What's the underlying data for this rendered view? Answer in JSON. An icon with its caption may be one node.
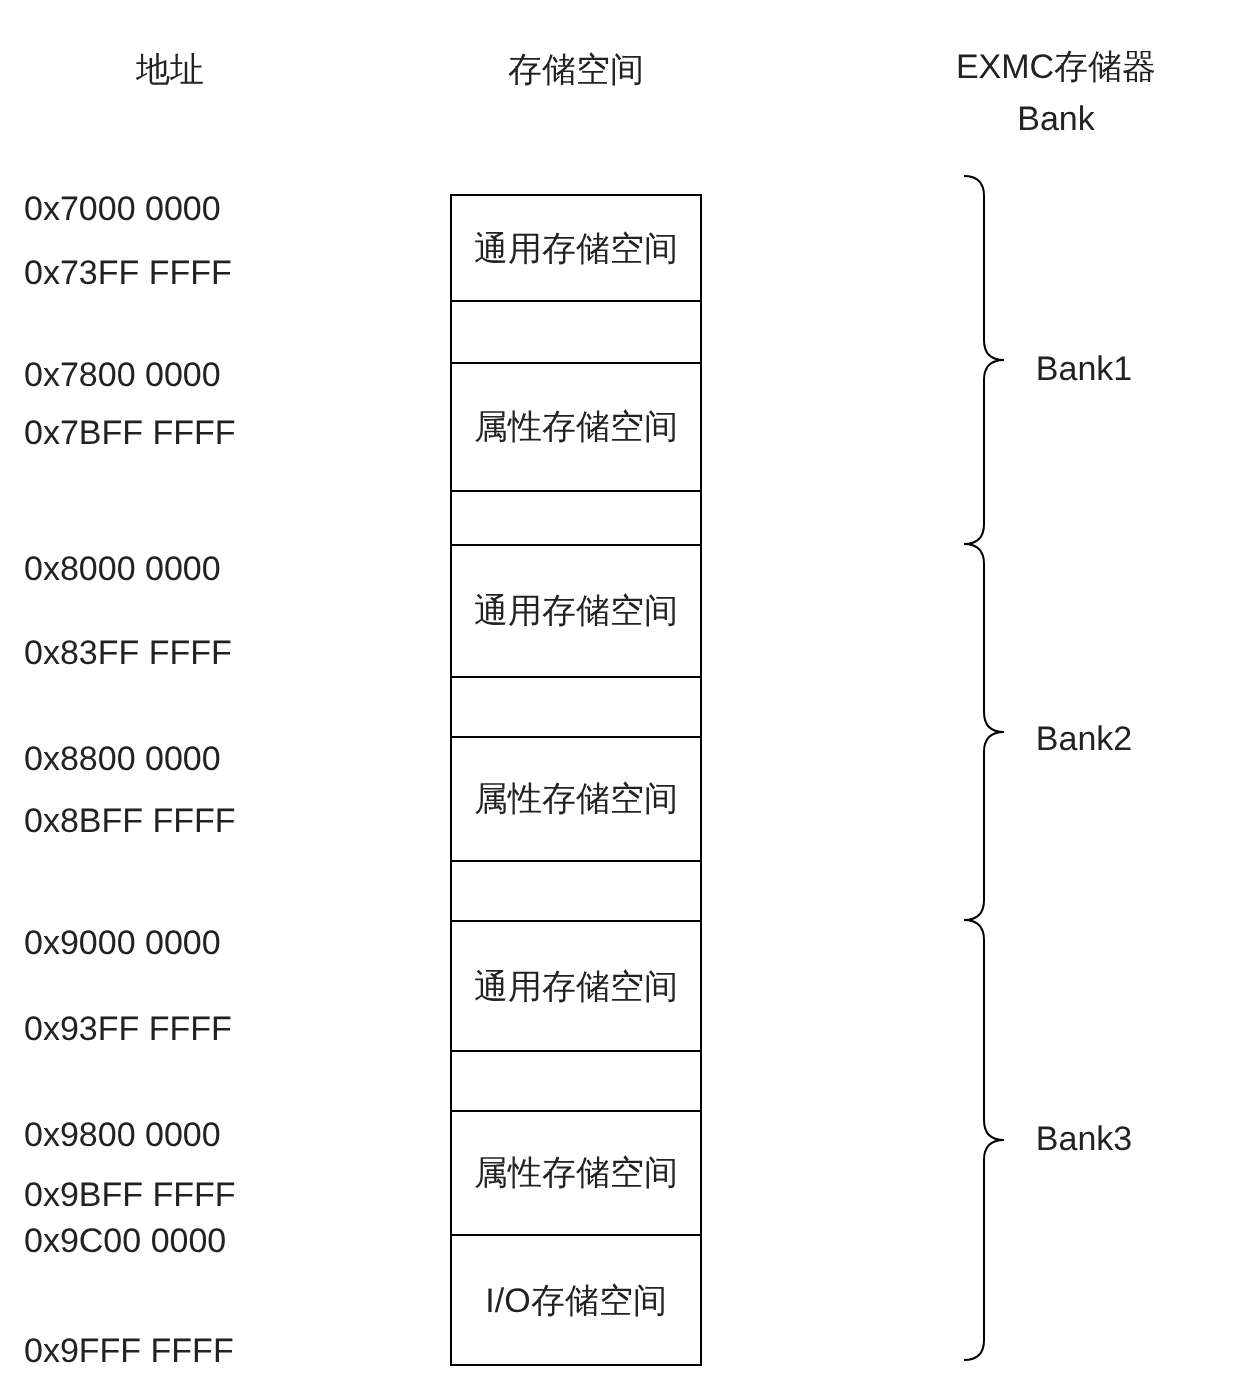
{
  "diagram": {
    "nodes": [
      {
        "text": [
          "通用存储空间"
        ]
      },
      {
        "text": [],
        "shape": "box"
      },
      {
        "text": [
          "属性存储空间"
        ]
      },
      {
        "text": [],
        "shape": "box"
      },
      {
        "text": [
          "通用存储空间"
        ]
      },
      {
        "text": [],
        "shape": "box"
      },
      {
        "text": [
          "属性存储空间"
        ]
      },
      {
        "text": [],
        "shape": "box"
      },
      {
        "text": [
          "通用存储空间"
        ]
      },
      {
        "text": [],
        "shape": "box"
      },
      {
        "text": [
          "属性存储空间"
        ]
      },
      {
        "text": [
          "I/O存储空间"
        ]
      }
    ],
    "edges": [],
    "labels": [
      "地址",
      "存储空间",
      "EXMC存储器 Bank",
      "0x7000 0000",
      "0x73FF FFFF",
      "0x7800 0000",
      "0x7BFF FFFF",
      "0x8000 0000",
      "0x83FF FFFF",
      "0x8800 0000",
      "0x8BFF FFFF",
      "0x9000 0000",
      "0x93FF FFFF",
      "0x9800 0000",
      "0x9BFF FFFF",
      "0x9C00 0000",
      "0x9FFF FFFF",
      "Bank1",
      "Bank2",
      "Bank3"
    ]
  }
}
